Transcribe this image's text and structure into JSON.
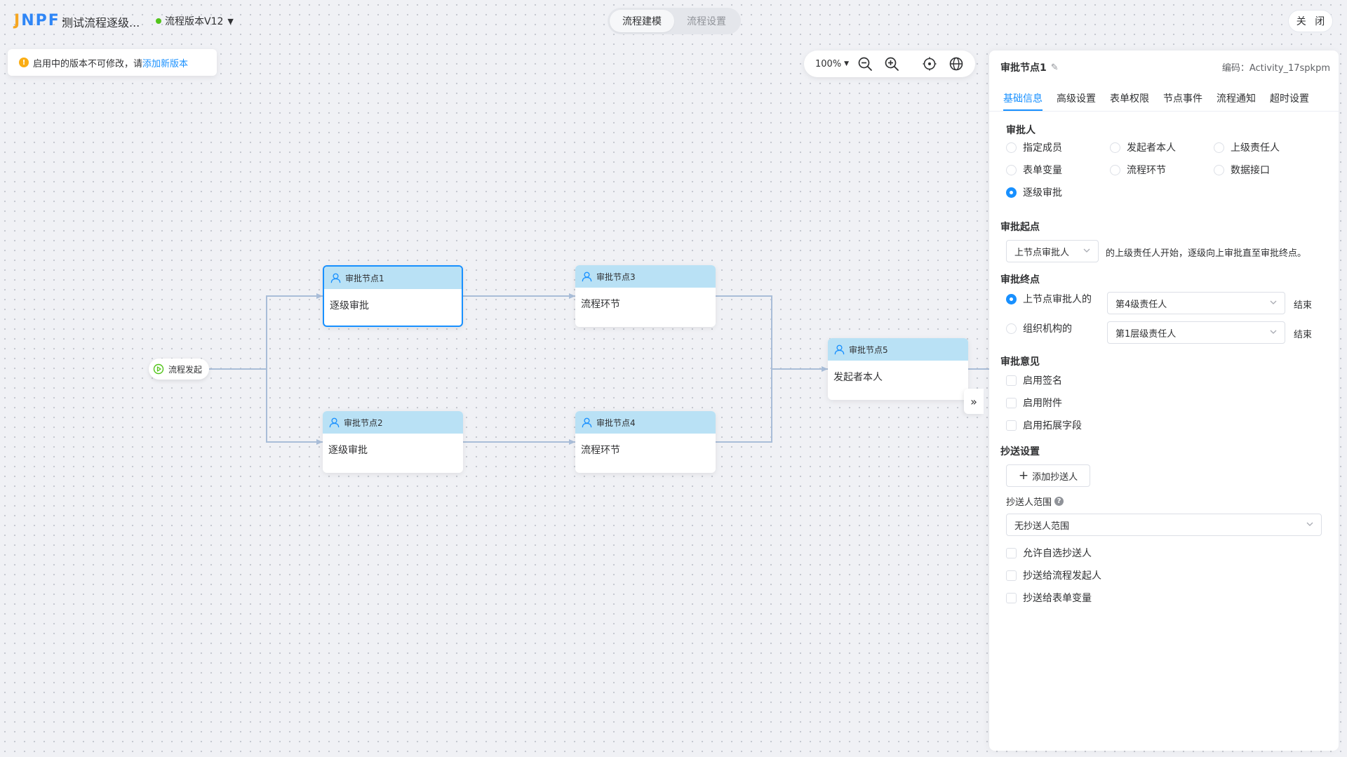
{
  "header": {
    "logo": "JNPF",
    "flow_title": "测试流程逐级...",
    "version": "流程版本V12",
    "tabs": [
      "流程建模",
      "流程设置"
    ],
    "close_label": "关 闭"
  },
  "notice": {
    "text": "启用中的版本不可修改，请",
    "link": "添加新版本"
  },
  "toolbar": {
    "zoom": "100%"
  },
  "canvas": {
    "start_label": "流程发起",
    "nodes": [
      {
        "title": "审批节点1",
        "body": "逐级审批"
      },
      {
        "title": "审批节点2",
        "body": "逐级审批"
      },
      {
        "title": "审批节点3",
        "body": "流程环节"
      },
      {
        "title": "审批节点4",
        "body": "流程环节"
      },
      {
        "title": "审批节点5",
        "body": "发起者本人"
      }
    ],
    "collapse_glyph": "»"
  },
  "panel": {
    "title": "审批节点1",
    "code": "编码：Activity_17spkpm",
    "tabs": [
      "基础信息",
      "高级设置",
      "表单权限",
      "节点事件",
      "流程通知",
      "超时设置"
    ],
    "approver": {
      "label": "审批人",
      "options": [
        "指定成员",
        "发起者本人",
        "上级责任人",
        "表单变量",
        "流程环节",
        "数据接口",
        "逐级审批"
      ]
    },
    "start_point": {
      "label": "审批起点",
      "select": "上节点审批人",
      "suffix": "的上级责任人开始，逐级向上审批直至审批终点。"
    },
    "end_point": {
      "label": "审批终点",
      "row1_label": "上节点审批人的",
      "row1_select": "第4级责任人",
      "row2_label": "组织机构的",
      "row2_select": "第1层级责任人",
      "end_text": "结束"
    },
    "opinion": {
      "label": "审批意见",
      "options": [
        "启用签名",
        "启用附件",
        "启用拓展字段"
      ]
    },
    "cc": {
      "label": "抄送设置",
      "add_label": "添加抄送人",
      "range_label": "抄送人范围",
      "range_select": "无抄送人范围",
      "options": [
        "允许自选抄送人",
        "抄送给流程发起人",
        "抄送给表单变量"
      ]
    }
  }
}
